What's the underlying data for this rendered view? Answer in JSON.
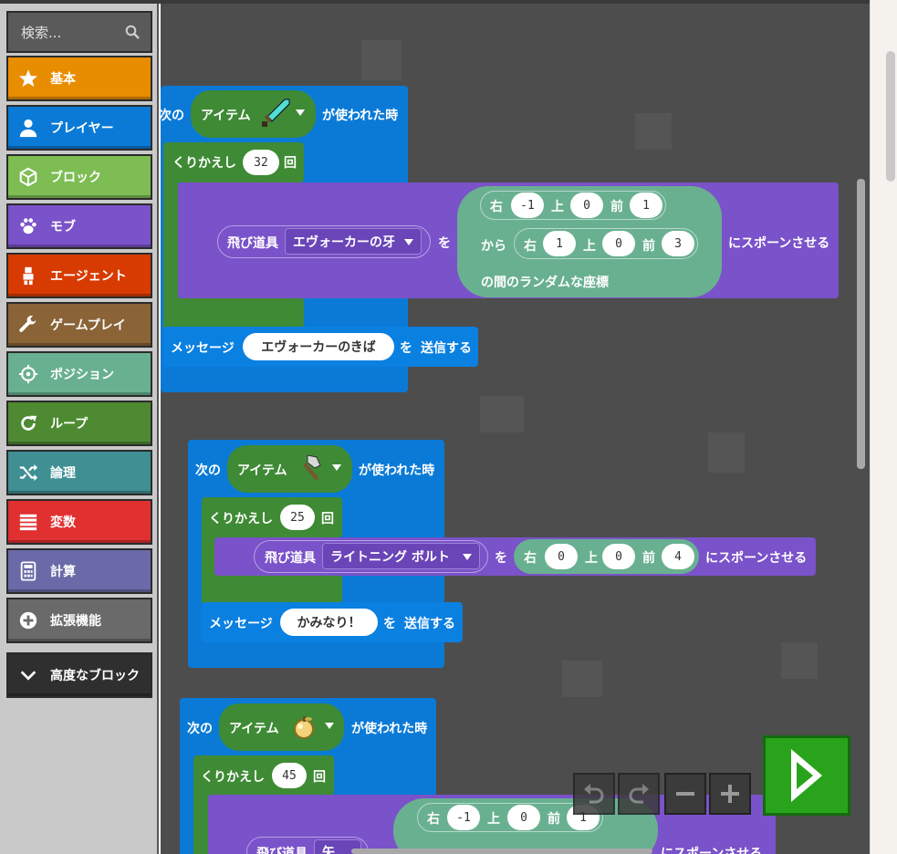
{
  "search": {
    "placeholder": "検索..."
  },
  "categories": [
    {
      "label": "基本",
      "color": "#e88d00",
      "icon": "star-icon"
    },
    {
      "label": "プレイヤー",
      "color": "#0a7ad6",
      "icon": "person-icon"
    },
    {
      "label": "ブロック",
      "color": "#7dbd54",
      "icon": "cube-icon"
    },
    {
      "label": "モブ",
      "color": "#7a52c9",
      "icon": "paw-icon"
    },
    {
      "label": "エージェント",
      "color": "#d83b01",
      "icon": "agent-icon"
    },
    {
      "label": "ゲームプレイ",
      "color": "#8a6337",
      "icon": "wrench-icon"
    },
    {
      "label": "ポジション",
      "color": "#69b090",
      "icon": "crosshair-icon"
    },
    {
      "label": "ループ",
      "color": "#4e8a32",
      "icon": "loop-icon"
    },
    {
      "label": "論理",
      "color": "#3f8f93",
      "icon": "shuffle-icon"
    },
    {
      "label": "変数",
      "color": "#e03030",
      "icon": "list-icon"
    },
    {
      "label": "計算",
      "color": "#6a6aa8",
      "icon": "calculator-icon"
    },
    {
      "label": "拡張機能",
      "color": "#6a6a6a",
      "icon": "plus-circle-icon"
    }
  ],
  "advanced": {
    "label": "高度なブロック",
    "color": "#2f2f2f",
    "icon": "chevron-down-icon"
  },
  "colors": {
    "event": "#0a7ad6",
    "loop": "#3f8a35",
    "spawn": "#7a52c9",
    "position": "#69b090",
    "run": "#2aa31c"
  },
  "common": {
    "next": "次の",
    "item": "アイテム",
    "used": "が使われた時",
    "repeat": "くりかえし",
    "times": "回",
    "projectile": "飛び道具",
    "wo": "を",
    "spawn": "にスポーンさせる",
    "right": "右",
    "up": "上",
    "forward": "前",
    "from": "から",
    "random_pos": "の間のランダムな座標",
    "message": "メッセージ",
    "send": "送信する"
  },
  "script1": {
    "repeat_count": "32",
    "projectile": "エヴォーカーの牙",
    "pos1": [
      "-1",
      "0",
      "1"
    ],
    "pos2": [
      "1",
      "0",
      "3"
    ],
    "message": "エヴォーカーのきば"
  },
  "script2": {
    "repeat_count": "25",
    "projectile": "ライトニング ボルト",
    "pos": [
      "0",
      "0",
      "4"
    ],
    "message": "かみなり！"
  },
  "script3": {
    "repeat_count": "45",
    "projectile": "矢",
    "pos1": [
      "-1",
      "0",
      "1"
    ]
  }
}
